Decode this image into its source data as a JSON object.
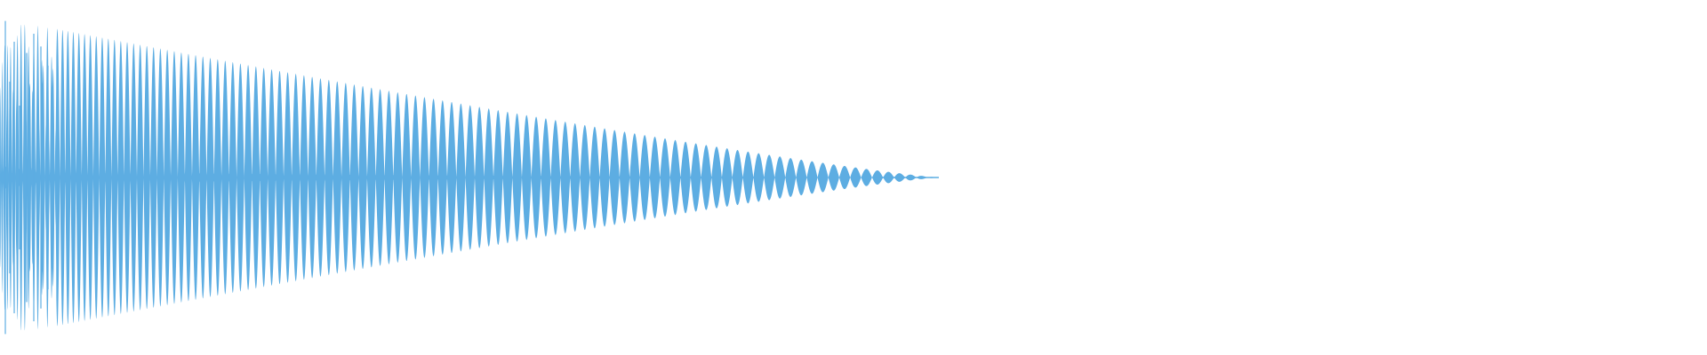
{
  "waveform": {
    "color": "#5DADE2",
    "background": "#FFFFFF",
    "decay_fraction_of_width": 0.55,
    "peak_amplitude_fraction": 0.45,
    "cycle_count": 58
  }
}
